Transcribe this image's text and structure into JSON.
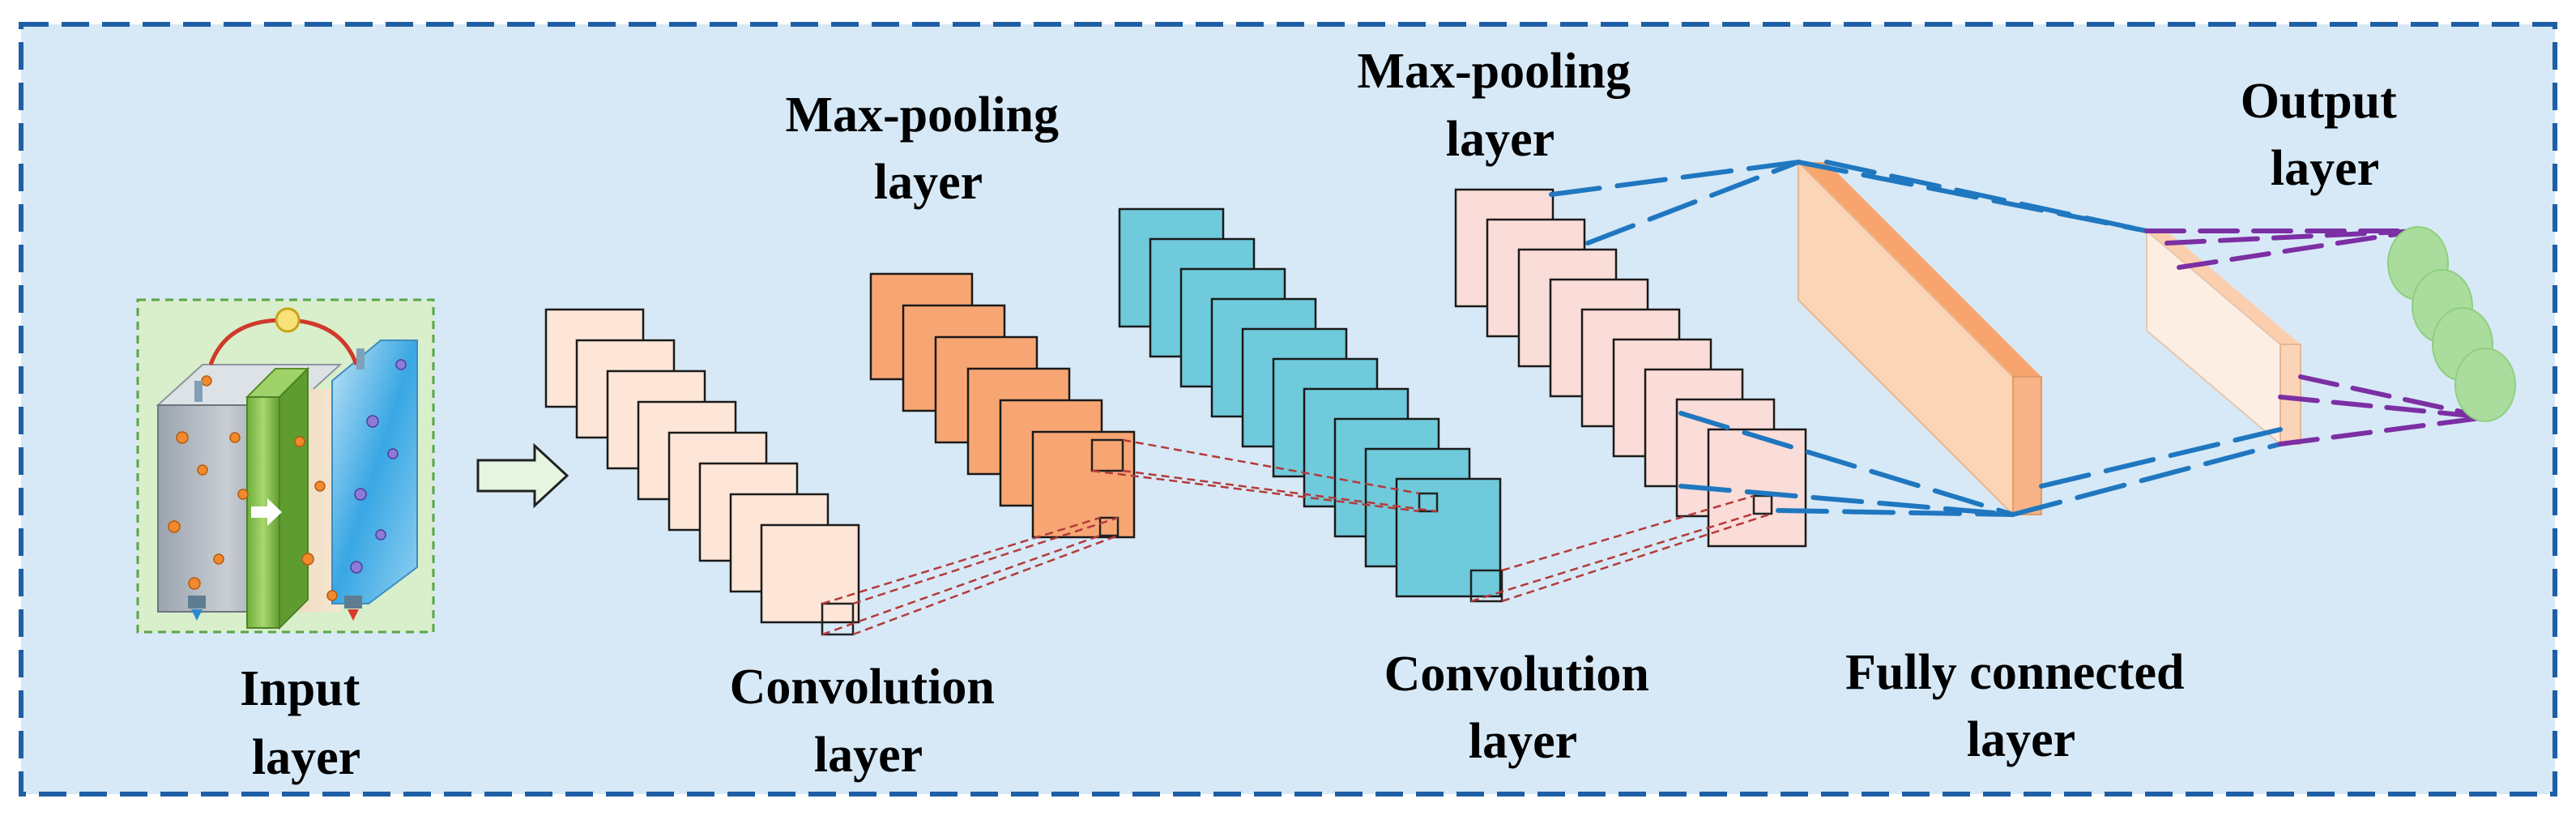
{
  "labels": {
    "input": [
      "Input",
      "layer"
    ],
    "conv1": [
      "Convolution",
      "layer"
    ],
    "pool1": [
      "Max-pooling",
      "layer"
    ],
    "conv2": [
      "Convolution",
      "layer"
    ],
    "pool2": [
      "Max-pooling",
      "layer"
    ],
    "fc": [
      "Fully connected",
      "layer"
    ],
    "output": [
      "Output",
      "layer"
    ]
  },
  "colors": {
    "background": "#d7e9f6",
    "frame": "#1f5fa5",
    "conv1_map": "#fde6d8",
    "pool1_map": "#f7a673",
    "conv2_map": "#6fcadb",
    "pool2_map": "#fadcd8",
    "fc_block": "#fbcfae",
    "fc_side": "#f7a56c",
    "output_node": "#a9dc9d",
    "connector": "#1f77c0",
    "output_connector": "#7b2fa3",
    "receptive_field": "#b43a3a",
    "arrow_fill": "#e6f5df"
  },
  "icons": {
    "input_image": "electrolyzer-cell-illustration",
    "flow_arrow": "right-arrow-icon"
  }
}
